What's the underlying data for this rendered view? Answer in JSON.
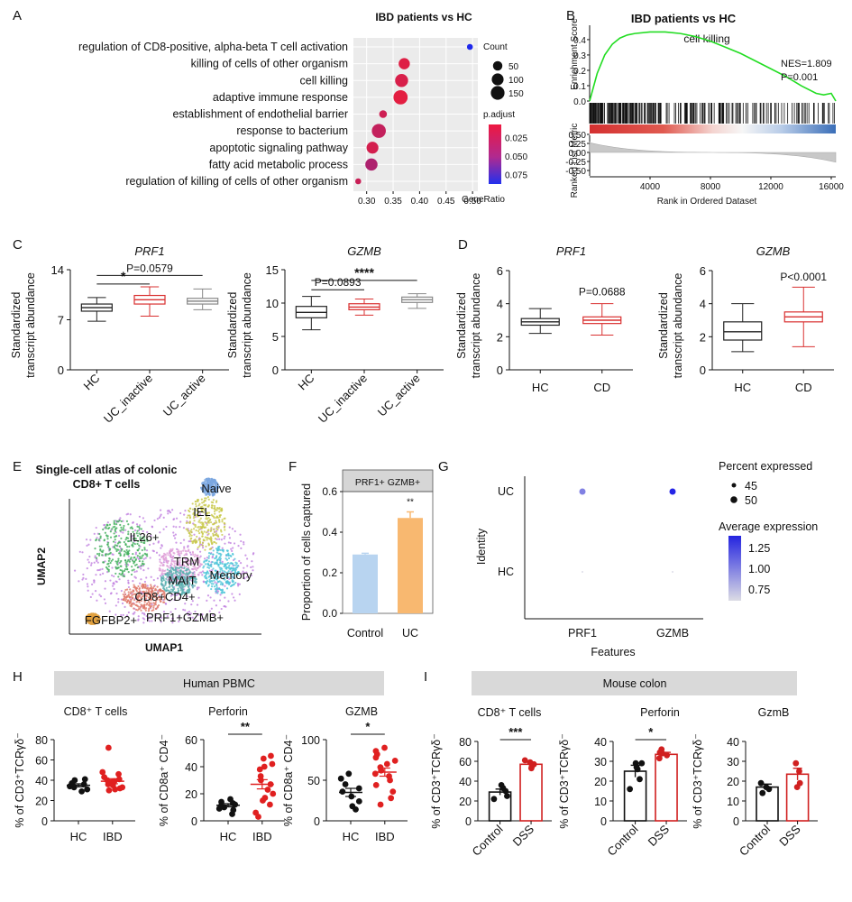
{
  "panel_letters": [
    "A",
    "B",
    "C",
    "D",
    "E",
    "F",
    "G",
    "H",
    "I"
  ],
  "chart_data": [
    {
      "panel": "A",
      "type": "scatter",
      "title": "IBD patients vs HC",
      "xlabel": "GeneRatio",
      "ylabel": "",
      "xticks": [
        "0.30",
        "0.35",
        "0.40",
        "0.45",
        "0.50"
      ],
      "xlim": [
        0.275,
        0.51
      ],
      "categories": [
        "regulation of CD8-positive, alpha-beta T cell activation",
        "killing of cells of other organism",
        "cell killing",
        "adaptive immune response",
        "establishment of endothelial barrier",
        "response to bacterium",
        "apoptotic signaling pathway",
        "fatty acid metabolic process",
        "regulation of killing of cells of other organism"
      ],
      "gene_ratio": [
        0.495,
        0.371,
        0.366,
        0.364,
        0.331,
        0.323,
        0.311,
        0.309,
        0.284
      ],
      "count": [
        8,
        85,
        130,
        165,
        25,
        160,
        100,
        110,
        8
      ],
      "p_adjust": [
        0.085,
        0.012,
        0.014,
        0.01,
        0.018,
        0.022,
        0.016,
        0.03,
        0.02
      ],
      "size_legend_title": "Count",
      "size_legend": [
        "50",
        "100",
        "150"
      ],
      "size_legend_values": [
        50,
        100,
        150
      ],
      "color_legend_title": "p.adjust",
      "color_legend": [
        "0.025",
        "0.050",
        "0.075"
      ],
      "color_legend_values": [
        0.025,
        0.05,
        0.075
      ]
    },
    {
      "panel": "B",
      "type": "line",
      "title": "IBD patients vs HC",
      "subtitle": "cell killing",
      "ylabel_top": "Enrichment Score",
      "ylabel_bottom": "Ranked List Metric",
      "xlabel": "Rank in Ordered Dataset",
      "annotation_nes": "NES=1.809",
      "annotation_p": "P=0.001",
      "es_ticks": [
        "0.4",
        "0.3",
        "0.2",
        "0.1",
        "0.0"
      ],
      "metric_ticks": [
        "0.50",
        "0.25",
        "0.00",
        "-0.25",
        "-0.50"
      ],
      "xticks": [
        "4000",
        "8000",
        "12000",
        "16000"
      ],
      "x": [
        0,
        500,
        1000,
        1500,
        2000,
        2500,
        3000,
        4000,
        5000,
        6000,
        7000,
        8000,
        9000,
        10000,
        11000,
        12000,
        13000,
        14000,
        15000,
        15500,
        16000,
        16300
      ],
      "es": [
        0.0,
        0.18,
        0.3,
        0.37,
        0.41,
        0.43,
        0.44,
        0.45,
        0.45,
        0.44,
        0.42,
        0.39,
        0.35,
        0.31,
        0.26,
        0.21,
        0.16,
        0.1,
        0.05,
        0.04,
        0.05,
        0.0
      ]
    },
    {
      "panel": "C1",
      "type": "box",
      "title": "PRF1",
      "ylabel": "Standardized transcript abundance",
      "yticks": [
        "0",
        "7",
        "14"
      ],
      "ylim": [
        0,
        14
      ],
      "categories": [
        "HC",
        "UC_inactive",
        "UC_active"
      ],
      "colors": [
        "#222222",
        "#d93030",
        "#888888"
      ],
      "stats": [
        {
          "min": 6.8,
          "q1": 8.2,
          "median": 8.7,
          "q3": 9.2,
          "max": 10.1
        },
        {
          "min": 7.5,
          "q1": 9.2,
          "median": 9.8,
          "q3": 10.4,
          "max": 11.6
        },
        {
          "min": 8.4,
          "q1": 9.2,
          "median": 9.6,
          "q3": 10.0,
          "max": 11.3
        }
      ],
      "annotations": [
        {
          "from": 0,
          "to": 2,
          "y": 13.2,
          "label": "P=0.0579"
        },
        {
          "from": 0,
          "to": 1,
          "y": 12.0,
          "label": "*"
        }
      ]
    },
    {
      "panel": "C2",
      "type": "box",
      "title": "GZMB",
      "ylabel": "Standardized transcript abundance",
      "yticks": [
        "0",
        "5",
        "10",
        "15"
      ],
      "ylim": [
        0,
        15
      ],
      "categories": [
        "HC",
        "UC_inactive",
        "UC_active"
      ],
      "colors": [
        "#222222",
        "#d93030",
        "#888888"
      ],
      "stats": [
        {
          "min": 6.0,
          "q1": 7.8,
          "median": 8.6,
          "q3": 9.5,
          "max": 11.0
        },
        {
          "min": 8.2,
          "q1": 9.0,
          "median": 9.4,
          "q3": 9.9,
          "max": 10.6
        },
        {
          "min": 9.2,
          "q1": 10.1,
          "median": 10.5,
          "q3": 10.9,
          "max": 11.4
        }
      ],
      "annotations": [
        {
          "from": 0,
          "to": 2,
          "y": 13.4,
          "label": "****"
        },
        {
          "from": 0,
          "to": 1,
          "y": 12.0,
          "label": "P=0.0893"
        }
      ]
    },
    {
      "panel": "D1",
      "type": "box",
      "title": "PRF1",
      "ylabel": "Standardized transcript abundance",
      "yticks": [
        "0",
        "2",
        "4",
        "6"
      ],
      "ylim": [
        0,
        6
      ],
      "categories": [
        "HC",
        "CD"
      ],
      "colors": [
        "#222222",
        "#d93030"
      ],
      "stats": [
        {
          "min": 2.2,
          "q1": 2.7,
          "median": 2.9,
          "q3": 3.1,
          "max": 3.7
        },
        {
          "min": 2.1,
          "q1": 2.8,
          "median": 3.0,
          "q3": 3.2,
          "max": 4.0
        }
      ],
      "annotations": [
        {
          "over": 1,
          "y": 4.5,
          "label": "P=0.0688"
        }
      ]
    },
    {
      "panel": "D2",
      "type": "box",
      "title": "GZMB",
      "ylabel": "Standardized transcript abundance",
      "yticks": [
        "0",
        "2",
        "4",
        "6"
      ],
      "ylim": [
        0,
        6
      ],
      "categories": [
        "HC",
        "CD"
      ],
      "colors": [
        "#222222",
        "#d93030"
      ],
      "stats": [
        {
          "min": 1.1,
          "q1": 1.8,
          "median": 2.3,
          "q3": 2.9,
          "max": 4.0
        },
        {
          "min": 1.4,
          "q1": 2.9,
          "median": 3.2,
          "q3": 3.5,
          "max": 5.0
        }
      ],
      "annotations": [
        {
          "over": 1,
          "y": 5.4,
          "label": "P<0.0001"
        }
      ]
    },
    {
      "panel": "E",
      "type": "scatter",
      "title": "Single-cell atlas of colonic CD8+ T cells",
      "xlabel": "UMAP1",
      "ylabel": "UMAP2",
      "clusters": [
        "Naive",
        "IEL",
        "IL26+",
        "TRM",
        "MAIT",
        "Memory",
        "CD8+CD4+",
        "FGFBP2+",
        "PRF1+GZMB+"
      ],
      "cluster_colors": [
        "#7aa6e0",
        "#c8c84a",
        "#3fae5a",
        "#e0a0d8",
        "#5ab0b0",
        "#4cc4d8",
        "#e07a6a",
        "#e0a040",
        "#c080e0"
      ]
    },
    {
      "panel": "F",
      "type": "bar",
      "header": "PRF1+ GZMB+",
      "ylabel": "Proportion of cells captured",
      "yticks": [
        "0.0",
        "0.2",
        "0.4",
        "0.6"
      ],
      "ylim": [
        0,
        0.6
      ],
      "categories": [
        "Control",
        "UC"
      ],
      "values": [
        0.29,
        0.47
      ],
      "errors": [
        0.006,
        0.03
      ],
      "colors": [
        "#b8d4f0",
        "#f8b870"
      ],
      "significance": "**"
    },
    {
      "panel": "G",
      "type": "scatter",
      "xlabel": "Features",
      "ylabel": "Identity",
      "features": [
        "PRF1",
        "GZMB"
      ],
      "identities": [
        "UC",
        "HC"
      ],
      "points": [
        {
          "feature": 0,
          "identity": 0,
          "pct": 47,
          "avg": 1.05
        },
        {
          "feature": 1,
          "identity": 0,
          "pct": 47,
          "avg": 1.42
        },
        {
          "feature": 0,
          "identity": 1,
          "pct": 2,
          "avg": 0.72
        },
        {
          "feature": 1,
          "identity": 1,
          "pct": 6,
          "avg": 0.72
        }
      ],
      "size_legend_title": "Percent expressed",
      "size_legend": [
        "45",
        "50"
      ],
      "color_legend_title": "Average expression",
      "color_legend": [
        "1.25",
        "1.00",
        "0.75"
      ]
    },
    {
      "panel": "H",
      "section": "Human PBMC",
      "type": "dot",
      "subplots": [
        {
          "title": "CD8⁺ T cells",
          "ylabel": "% of CD3⁺TCRγδ⁻",
          "yticks": [
            "0",
            "20",
            "40",
            "60",
            "80"
          ],
          "ylim": [
            0,
            80
          ],
          "categories": [
            "HC",
            "IBD"
          ],
          "colors": [
            "#111111",
            "#e02020"
          ],
          "groups": [
            [
              29,
              31,
              33,
              34,
              35,
              36,
              37,
              40,
              41
            ],
            [
              30,
              31,
              32,
              33,
              35,
              36,
              37,
              38,
              39,
              40,
              41,
              43,
              46,
              48,
              72
            ]
          ],
          "means": [
            35,
            39
          ],
          "sems": [
            1.5,
            2.5
          ],
          "sig": ""
        },
        {
          "title": "Perforin",
          "ylabel": "% of CD8a⁺ CD4⁻",
          "yticks": [
            "0",
            "20",
            "40",
            "60"
          ],
          "ylim": [
            0,
            60
          ],
          "categories": [
            "HC",
            "IBD"
          ],
          "colors": [
            "#111111",
            "#e02020"
          ],
          "groups": [
            [
              5,
              8,
              9,
              10,
              11,
              12,
              13,
              14,
              16
            ],
            [
              3,
              6,
              12,
              15,
              17,
              20,
              23,
              27,
              30,
              33,
              38,
              40,
              42,
              46,
              48
            ]
          ],
          "means": [
            11.5,
            27
          ],
          "sems": [
            1.2,
            3.4
          ],
          "sig": "**"
        },
        {
          "title": "GZMB",
          "ylabel": "% of CD8a⁺ CD4⁻",
          "yticks": [
            "0",
            "50",
            "100"
          ],
          "ylim": [
            0,
            100
          ],
          "categories": [
            "HC",
            "IBD"
          ],
          "colors": [
            "#111111",
            "#e02020"
          ],
          "groups": [
            [
              14,
              18,
              24,
              30,
              36,
              40,
              45,
              52,
              58
            ],
            [
              20,
              28,
              36,
              44,
              50,
              55,
              58,
              62,
              66,
              70,
              74,
              78,
              82,
              86,
              90
            ]
          ],
          "means": [
            35,
            60
          ],
          "sems": [
            5,
            5
          ],
          "sig": "*"
        }
      ]
    },
    {
      "panel": "I",
      "section": "Mouse colon",
      "type": "bar",
      "subplots": [
        {
          "title": "CD8⁺ T cells",
          "ylabel": "% of CD3⁺TCRγδ⁻",
          "yticks": [
            "0",
            "20",
            "40",
            "60",
            "80"
          ],
          "ylim": [
            0,
            80
          ],
          "categories": [
            "Control",
            "DSS"
          ],
          "values": [
            29,
            57
          ],
          "errors": [
            3,
            2
          ],
          "points": [
            [
              22,
              25,
              30,
              33,
              36
            ],
            [
              53,
              55,
              57,
              59,
              61
            ]
          ],
          "sig": "***"
        },
        {
          "title": "Perforin",
          "ylabel": "% of CD3⁺TCRγδ⁻",
          "yticks": [
            "0",
            "10",
            "20",
            "30",
            "40"
          ],
          "ylim": [
            0,
            40
          ],
          "categories": [
            "Control",
            "DSS"
          ],
          "values": [
            25,
            33.5
          ],
          "errors": [
            3,
            1
          ],
          "points": [
            [
              16,
              21,
              26,
              29,
              29,
              27
            ],
            [
              31.5,
              33,
              34,
              34.5,
              36
            ]
          ],
          "sig": "*"
        },
        {
          "title": "GzmB",
          "ylabel": "% of CD3⁺TCRγδ⁻",
          "yticks": [
            "0",
            "10",
            "20",
            "30",
            "40"
          ],
          "ylim": [
            0,
            40
          ],
          "categories": [
            "Control",
            "DSS"
          ],
          "values": [
            17,
            23.5
          ],
          "errors": [
            1.5,
            3
          ],
          "points": [
            [
              14,
              16,
              17,
              19
            ],
            [
              17,
              19,
              25,
              29
            ]
          ],
          "sig": ""
        }
      ]
    }
  ]
}
